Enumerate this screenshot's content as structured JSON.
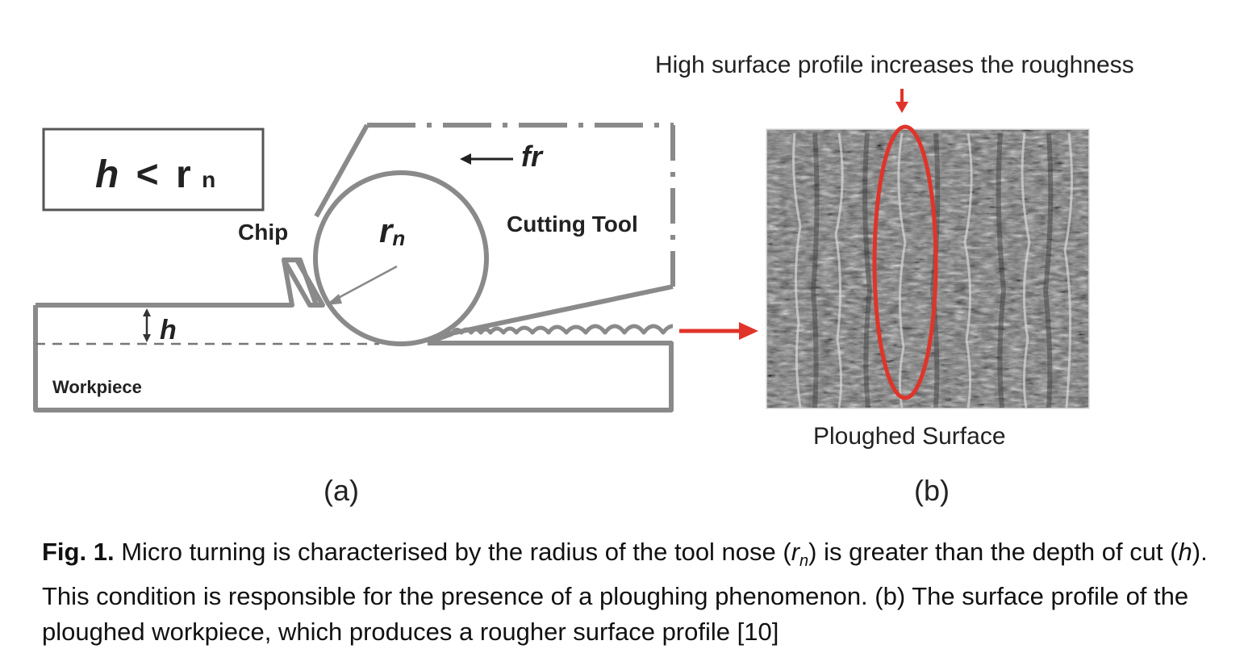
{
  "panel_a": {
    "condition_h": "h",
    "condition_lt": "<",
    "condition_r": "r",
    "condition_n": "n",
    "chip_label": "Chip",
    "radius_r": "r",
    "radius_n": "n",
    "feed_label": "fr",
    "tool_label": "Cutting Tool",
    "depth_label": "h",
    "workpiece_label": "Workpiece",
    "panel_label": "(a)"
  },
  "panel_b": {
    "annotation": "High surface profile increases the roughness",
    "image_caption": "Ploughed Surface",
    "panel_label": "(b)"
  },
  "caption": {
    "fig_label": "Fig. 1.",
    "part1": " Micro turning is characterised by the radius of the tool nose (",
    "rn_r": "r",
    "rn_n": "n",
    "part2": ") is greater than the depth of cut (",
    "h": "h",
    "part3": "). This condition is responsible for the presence of a ploughing phenomenon. (b) The surface profile of the ploughed workpiece, which produces a rougher surface profile  [10]"
  },
  "colors": {
    "outline": "#8a8a8a",
    "accent_red": "#e0342a"
  }
}
